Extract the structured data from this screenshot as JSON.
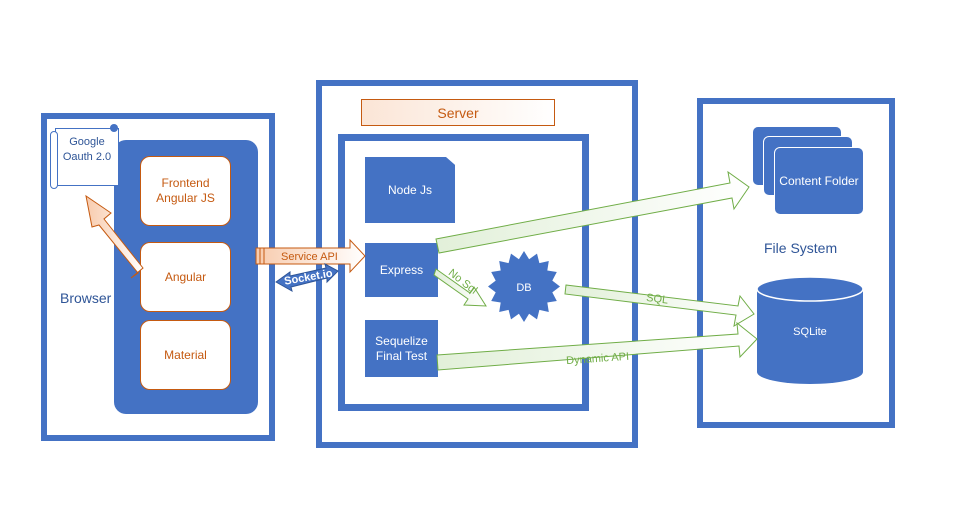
{
  "browser": {
    "label": "Browser",
    "google_oauth": "Google Oauth 2.0",
    "cards": [
      "Frontend Angular JS",
      "Angular",
      "Material"
    ]
  },
  "server": {
    "title": "Server",
    "nodes": [
      "Node Js",
      "Express",
      "Sequelize Final Test"
    ],
    "db": "DB"
  },
  "file_system": {
    "label": "File System",
    "content_folder": "Content Folder",
    "sqlite": "SQLite"
  },
  "connectors": {
    "service_api": "Service API",
    "socket_io": "Socket.io",
    "no_sql": "No Sql",
    "sql": "SQL",
    "dynamic_api": "Dynamic API"
  },
  "colors": {
    "blue": "#4472c4",
    "orange": "#c55a11",
    "green": "#70ad47"
  }
}
